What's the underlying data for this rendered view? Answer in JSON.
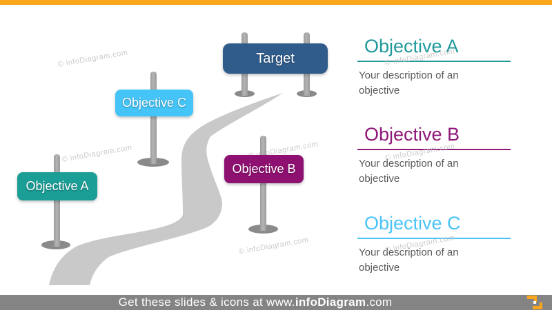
{
  "accent_bar_color": "#FAA61A",
  "watermark": {
    "text": "© infoDiagram.com"
  },
  "roadmap": {
    "road_color": "#C9C9C9",
    "post_color": "",
    "signs": [
      {
        "label": "Target",
        "color": "#305C8B"
      },
      {
        "label": "Objective C",
        "color": "#45C4F7"
      },
      {
        "label": "Objective B",
        "color": "#8E1071"
      },
      {
        "label": "Objective A",
        "color": "#1B9E96"
      }
    ]
  },
  "panel": {
    "sections": [
      {
        "title": "Objective A",
        "color": "#20999B",
        "description": "Your description of an objective"
      },
      {
        "title": "Objective B",
        "color": "#8E1777",
        "description": "Your description of an objective"
      },
      {
        "title": "Objective C",
        "color": "#4AC3F8",
        "description": "Your description of an objective"
      }
    ]
  },
  "footer": {
    "prefix": "Get these slides & icons at www.",
    "brand": "infoDiagram",
    "suffix": ".com"
  }
}
